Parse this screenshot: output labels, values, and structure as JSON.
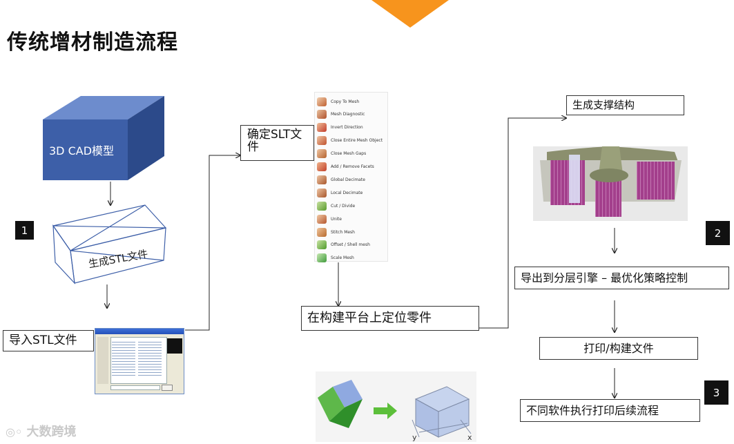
{
  "title": "传统增材制造流程",
  "left_flow": {
    "cad_model_label": "3D CAD模型",
    "stl_generate_label": "生成STL文件",
    "import_stl_label": "导入STL文件",
    "step_badge": "1"
  },
  "middle_flow": {
    "confirm_stl_label": "确定SLT文件",
    "menu_items": [
      "Copy To Mesh",
      "Mesh Diagnostic",
      "Invert Direction",
      "Close Entire Mesh Object",
      "Close Mesh Gaps",
      "Add / Remove Facets",
      "Global Decimate",
      "Local Decimate",
      "Cut / Divide",
      "Unite",
      "Stitch Mesh",
      "Offset / Shell mesh",
      "Scale Mesh"
    ],
    "position_part_label": "在构建平台上定位零件"
  },
  "right_flow": {
    "support_label": "生成支撑结构",
    "step2_badge": "2",
    "slicing_label": "导出到分层引擎 – 最优化策略控制",
    "print_label": "打印/构建文件",
    "step3_badge": "3",
    "post_label": "不同软件执行打印后续流程"
  },
  "bottom_image": {
    "axis_y": "y",
    "axis_x": "x"
  },
  "watermark": "大数跨境",
  "colors": {
    "accent_orange": "#f7941d",
    "cad_blue": "#3d5fa8",
    "badge_black": "#111111",
    "support_purple": "#a33f8c"
  }
}
